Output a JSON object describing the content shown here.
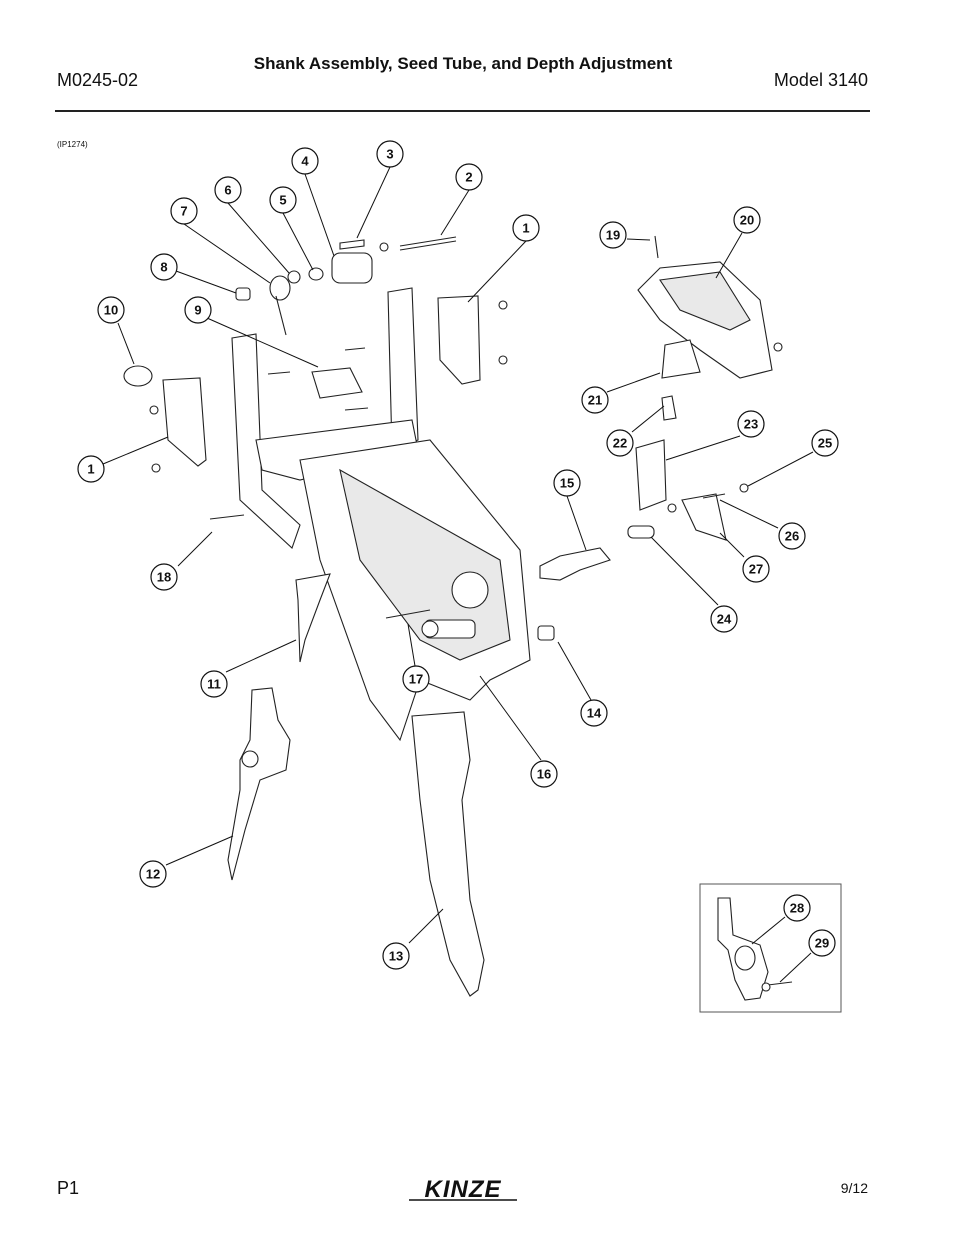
{
  "header": {
    "doc_number": "M0245-02",
    "title": "Shank Assembly, Seed Tube, and Depth Adjustment",
    "model": "Model 3140"
  },
  "figure": {
    "id": "(IP1274)",
    "callouts": [
      "1",
      "2",
      "3",
      "4",
      "5",
      "6",
      "7",
      "8",
      "9",
      "10",
      "1",
      "11",
      "12",
      "13",
      "14",
      "15",
      "16",
      "17",
      "18",
      "19",
      "20",
      "21",
      "22",
      "23",
      "24",
      "25",
      "26",
      "27",
      "28",
      "29"
    ]
  },
  "footer": {
    "page": "P1",
    "brand": "KINZE",
    "date": "9/12"
  }
}
